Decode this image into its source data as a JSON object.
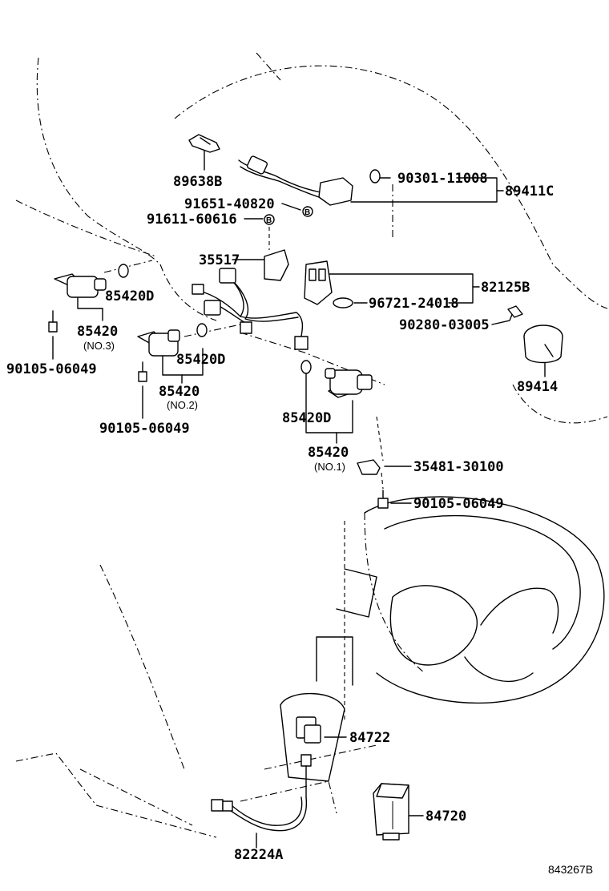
{
  "labels": {
    "p89638b": "89638B",
    "p90301": "90301-11008",
    "p89411c": "89411C",
    "p91651": "91651-40820",
    "p91611": "91611-60616",
    "p35517": "35517",
    "p82125b": "82125B",
    "p96721": "96721-24018",
    "p90280": "90280-03005",
    "p89414": "89414",
    "p85420d_a": "85420D",
    "p85420_a": "85420",
    "no3": "(NO.3)",
    "p90105_a": "90105-06049",
    "p85420d_b": "85420D",
    "p85420_b": "85420",
    "no2": "(NO.2)",
    "p90105_b": "90105-06049",
    "p85420d_c": "85420D",
    "p85420_c": "85420",
    "no1": "(NO.1)",
    "p35481": "35481-30100",
    "p90105_c": "90105-06049",
    "p84722": "84722",
    "p84720": "84720",
    "p82224a": "82224A",
    "ref_number": "843267B"
  },
  "marks": {
    "b1": "B",
    "b2": "B"
  }
}
